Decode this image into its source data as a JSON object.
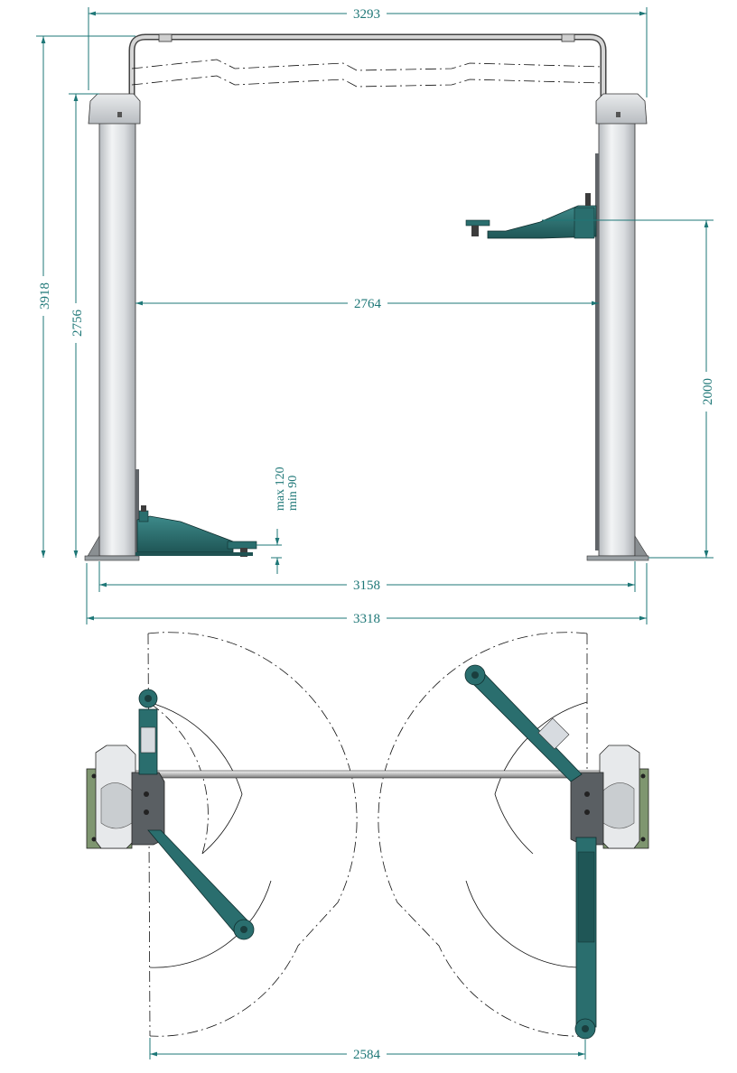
{
  "colors": {
    "dimension": "#1e7777",
    "arm": "#2a6e6e",
    "arm_dark": "#1f5252",
    "column_light": "#eef0f2",
    "column_mid": "#c4c8cc",
    "base_plate": "#7c8f6e"
  },
  "dimensions": {
    "top_width": "3293",
    "total_height": "3918",
    "column_height": "2756",
    "inner_width": "2764",
    "max_lift": "2000",
    "pad_height_max": "max 120",
    "pad_height_min": "min 90",
    "base_width": "3158",
    "overall_width": "3318",
    "plan_arm_span": "2584"
  }
}
